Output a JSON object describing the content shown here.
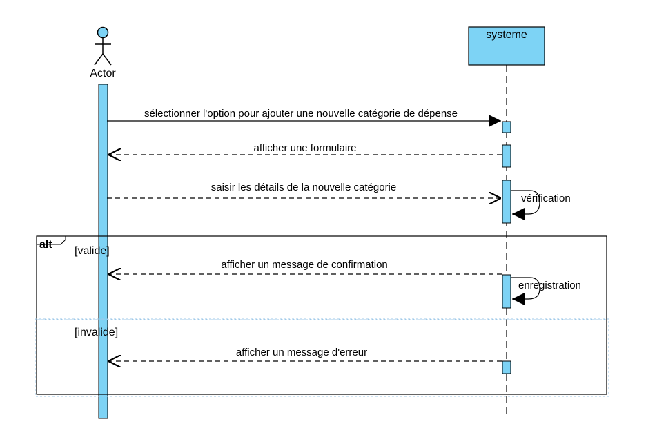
{
  "diagram": {
    "type": "UML sequence diagram",
    "actor": {
      "label": "Actor"
    },
    "system": {
      "label": "systeme"
    },
    "messages": {
      "m1": "sélectionner l'option pour ajouter une nouvelle catégorie de dépense",
      "m2": "afficher une formulaire",
      "m3": "saisir les détails de la nouvelle catégorie",
      "m4": "vérification",
      "m5": "afficher un message de confirmation",
      "m6": "enregistration",
      "m7": "afficher un message d'erreur"
    },
    "alt_fragment": {
      "operator": "alt",
      "guard_1": "[valide]",
      "guard_2": "[invalide]"
    }
  },
  "colors": {
    "fill": "#7dd3f5",
    "stroke": "#000000",
    "separator": "#9fc9e8"
  }
}
